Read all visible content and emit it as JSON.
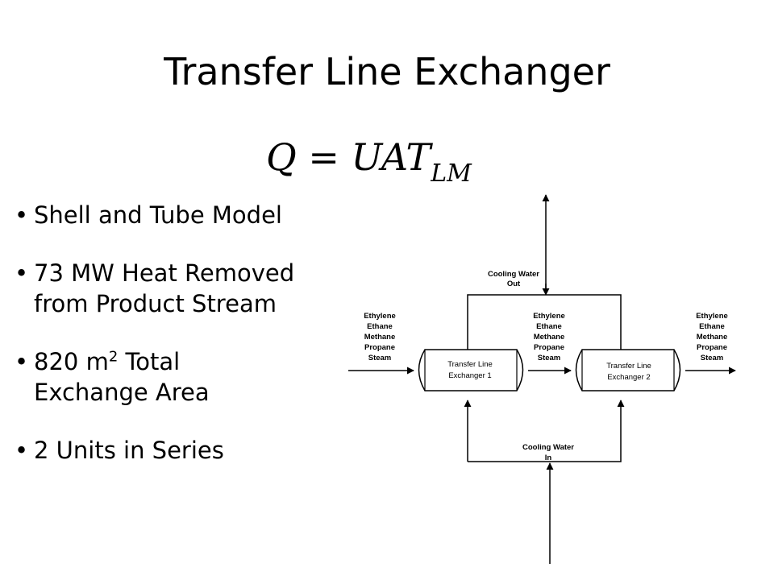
{
  "title": "Transfer Line Exchanger",
  "equation": {
    "main": "Q = UAT",
    "subscript": "LM"
  },
  "bullets": [
    {
      "line1": "Shell and Tube Model",
      "line2": ""
    },
    {
      "line1": "73 MW Heat Removed",
      "line2": "from Product Stream"
    },
    {
      "line1_prefix": "820 m",
      "superscript": "2",
      "line1_suffix": " Total",
      "line2": "Exchange Area"
    },
    {
      "line1": "2 Units in Series",
      "line2": ""
    }
  ],
  "diagram": {
    "cooling_water_out": [
      "Cooling Water",
      "Out"
    ],
    "cooling_water_in": [
      "Cooling Water",
      "In"
    ],
    "exchanger_1": [
      "Transfer Line",
      "Exchanger 1"
    ],
    "exchanger_2": [
      "Transfer Line",
      "Exchanger 2"
    ],
    "stream_inlet": [
      "Ethylene",
      "Ethane",
      "Methane",
      "Propane",
      "Steam"
    ],
    "stream_middle": [
      "Ethylene",
      "Ethane",
      "Methane",
      "Propane",
      "Steam"
    ],
    "stream_outlet": [
      "Ethylene",
      "Ethane",
      "Methane",
      "Propane",
      "Steam"
    ]
  }
}
